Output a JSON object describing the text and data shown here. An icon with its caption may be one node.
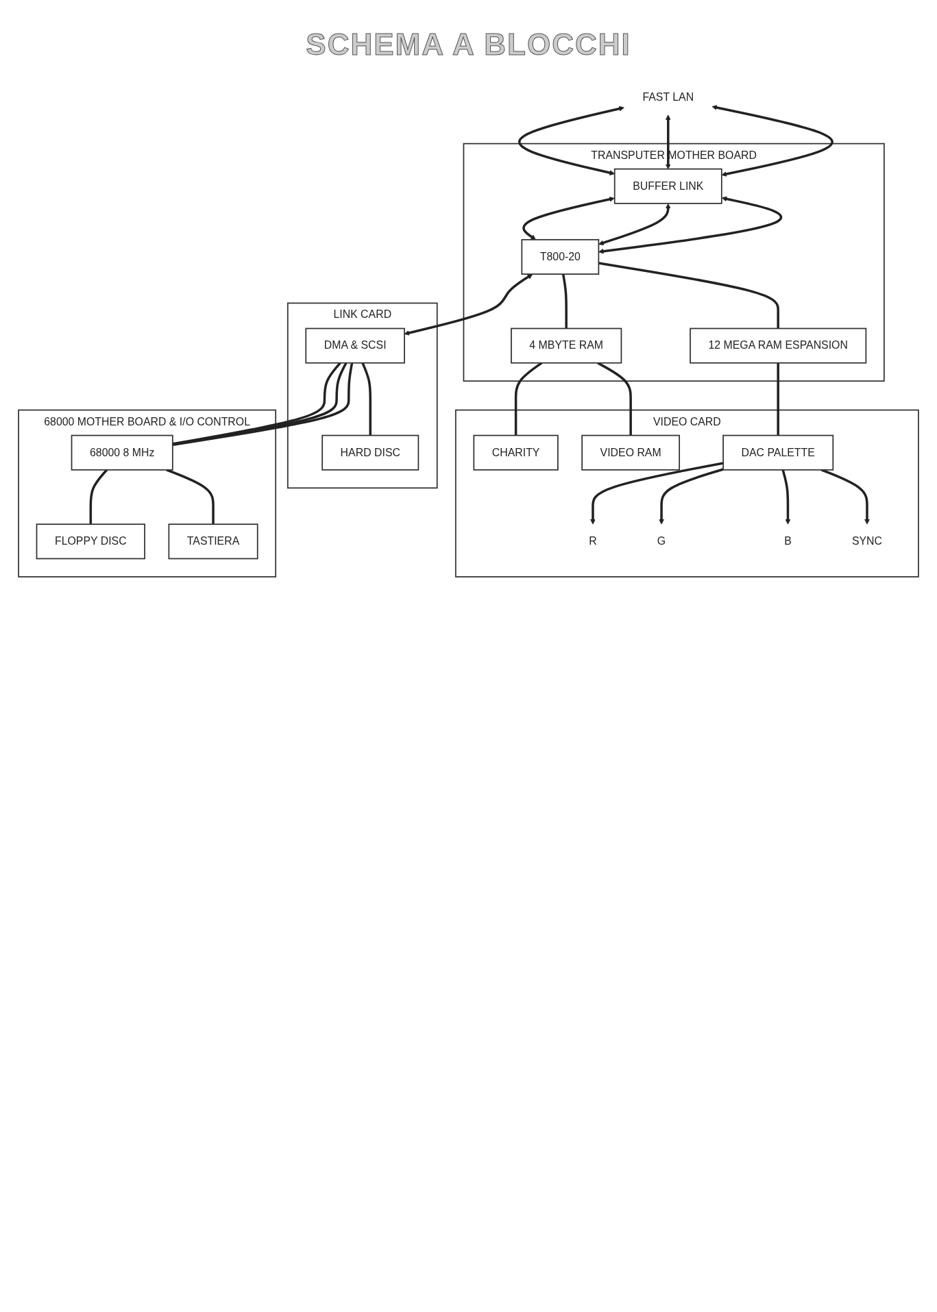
{
  "diagram": {
    "title": "SCHEMA A BLOCCHI",
    "nodes": [
      {
        "text": [
          "FAST LAN"
        ]
      },
      {
        "text": [
          "TRANSPUTER MOTHER BOARD"
        ]
      },
      {
        "text": [
          "BUFFER LINK"
        ],
        "in": 1
      },
      {
        "text": [
          "T800-20"
        ],
        "in": 1
      },
      {
        "text": [
          "4 MBYTE RAM"
        ],
        "in": 1
      },
      {
        "text": [
          "12 MEGA RAM ESPANSION"
        ],
        "in": 1
      },
      {
        "text": [
          "VIDEO CARD"
        ]
      },
      {
        "text": [
          "CHARITY"
        ],
        "in": 6
      },
      {
        "text": [
          "VIDEO RAM"
        ],
        "in": 6
      },
      {
        "text": [
          "DAC PALETTE"
        ],
        "in": 6
      },
      {
        "text": [
          "R"
        ],
        "in": 6
      },
      {
        "text": [
          "G"
        ],
        "in": 6
      },
      {
        "text": [
          "B"
        ],
        "in": 6
      },
      {
        "text": [
          "SYNC"
        ],
        "in": 6
      },
      {
        "text": [
          "LINK CARD"
        ]
      },
      {
        "text": [
          "DMA & SCSI"
        ],
        "in": 14
      },
      {
        "text": [
          "HARD DISC"
        ],
        "in": 14
      },
      {
        "text": [
          "68000 MOTHER BOARD & I/O CONTROL"
        ]
      },
      {
        "text": [
          "68000 8 MHz"
        ],
        "in": 17
      },
      {
        "text": [
          "FLOPPY DISC"
        ],
        "in": 17
      },
      {
        "text": [
          "TASTIERA"
        ],
        "in": 17
      }
    ],
    "edges": [
      {
        "from": 0,
        "to": 2,
        "arrow": "both"
      },
      {
        "from": 0,
        "to": 2,
        "arrow": "both"
      },
      {
        "from": 0,
        "to": 2,
        "arrow": "both"
      },
      {
        "from": 2,
        "to": 3,
        "arrow": "both"
      },
      {
        "from": 2,
        "to": 3,
        "arrow": "both"
      },
      {
        "from": 2,
        "to": 3,
        "arrow": "both"
      },
      {
        "from": 3,
        "to": 4,
        "arrow": "none"
      },
      {
        "from": 3,
        "to": 5,
        "arrow": "none"
      },
      {
        "from": 4,
        "to": 7,
        "arrow": "none"
      },
      {
        "from": 4,
        "to": 8,
        "arrow": "none"
      },
      {
        "from": 5,
        "to": 9,
        "arrow": "none"
      },
      {
        "from": 9,
        "to": 10,
        "arrow": "to"
      },
      {
        "from": 9,
        "to": 11,
        "arrow": "to"
      },
      {
        "from": 9,
        "to": 12,
        "arrow": "to"
      },
      {
        "from": 9,
        "to": 13,
        "arrow": "to"
      },
      {
        "from": 3,
        "to": 15,
        "arrow": "both"
      },
      {
        "from": 15,
        "to": 18,
        "arrow": "none"
      },
      {
        "from": 15,
        "to": 18,
        "arrow": "none"
      },
      {
        "from": 15,
        "to": 18,
        "arrow": "none"
      },
      {
        "from": 15,
        "to": 16,
        "arrow": "none"
      },
      {
        "from": 18,
        "to": 19,
        "arrow": "none"
      },
      {
        "from": 18,
        "to": 20,
        "arrow": "none"
      }
    ]
  }
}
